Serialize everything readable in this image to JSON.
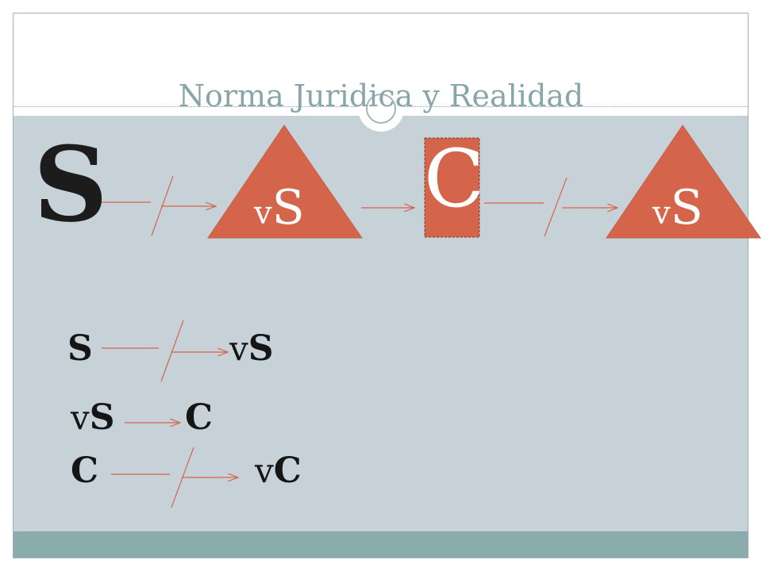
{
  "slide": {
    "title": "Norma Juridica y Realidad"
  },
  "top_row": {
    "s_label": "S",
    "triangle_1": {
      "prefix": "v",
      "letter": "S"
    },
    "c_label": "C",
    "triangle_2": {
      "prefix": "v",
      "letter": "S"
    }
  },
  "rules": [
    {
      "left": "S",
      "right_prefix": "v",
      "right": "S",
      "negated": true
    },
    {
      "left_prefix": "v",
      "left": "S",
      "right": "C",
      "negated": false
    },
    {
      "left": "C",
      "right_prefix": "v",
      "right": "C",
      "negated": true
    }
  ],
  "colors": {
    "panel": "#c6d1d8",
    "footer": "#8aacad",
    "accent": "#d5654a",
    "title": "#88a6a8",
    "text": "#151515"
  }
}
